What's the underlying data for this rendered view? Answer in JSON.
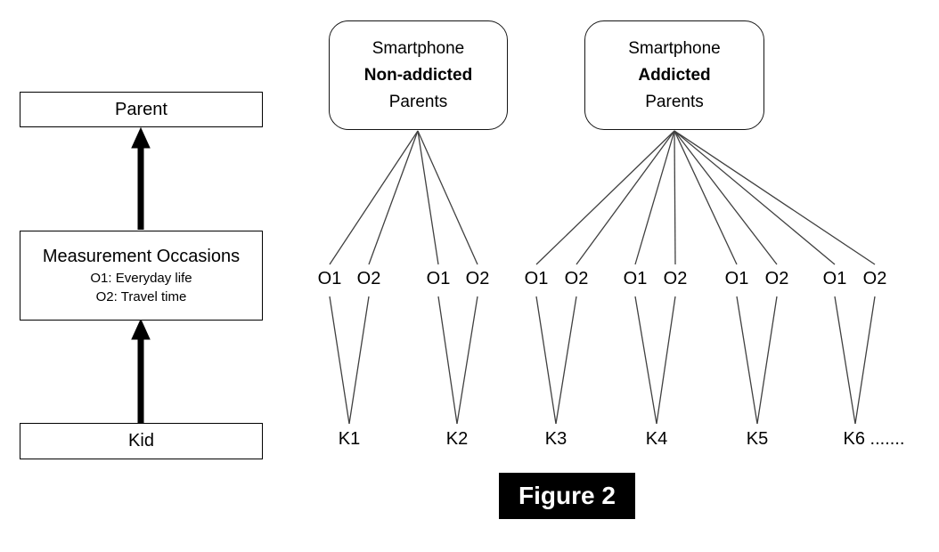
{
  "left_flow": {
    "parent_label": "Parent",
    "measurement_title": "Measurement Occasions",
    "measurement_o1": "O1: Everyday life",
    "measurement_o2": "O2: Travel time",
    "kid_label": "Kid"
  },
  "groups": [
    {
      "line1": "Smartphone",
      "line2": "Non-addicted",
      "line3": "Parents"
    },
    {
      "line1": "Smartphone",
      "line2": "Addicted",
      "line3": "Parents"
    }
  ],
  "occasions": [
    "O1",
    "O2",
    "O1",
    "O2",
    "O1",
    "O2",
    "O1",
    "O2",
    "O1",
    "O2",
    "O1",
    "O2"
  ],
  "kids": [
    "K1",
    "K2",
    "K3",
    "K4",
    "K5",
    "K6 ......."
  ],
  "caption": "Figure 2",
  "colors": {
    "line": "#404040",
    "border": "#000000",
    "caption_bg": "#000000",
    "caption_text": "#ffffff",
    "background": "#ffffff"
  }
}
